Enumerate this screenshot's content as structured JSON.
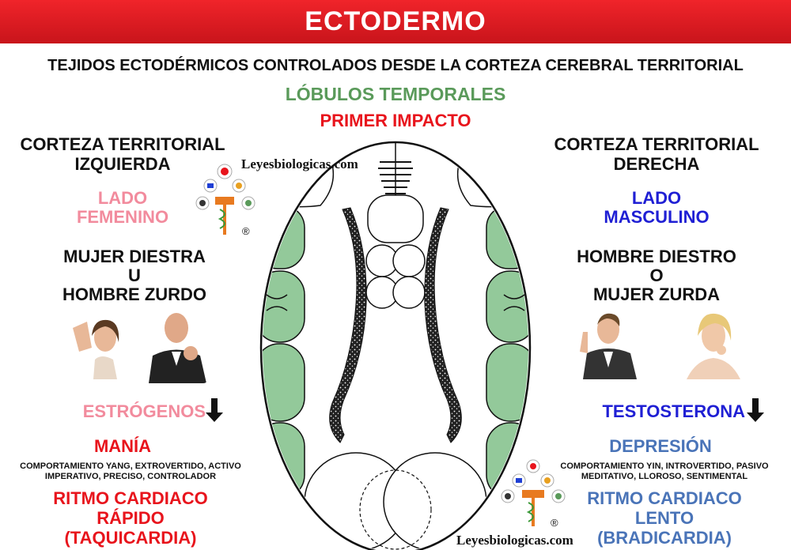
{
  "header": {
    "title": "ECTODERMO"
  },
  "subtitle": "TEJIDOS ECTODÉRMICOS CONTROLADOS DESDE LA CORTEZA CEREBRAL TERRITORIAL",
  "center": {
    "lobes": "LÓBULOS TEMPORALES",
    "impact": "PRIMER IMPACTO"
  },
  "left": {
    "cortex_line1": "CORTEZA TERRITORIAL",
    "cortex_line2": "IZQUIERDA",
    "side_line1": "LADO",
    "side_line2": "FEMENINO",
    "who_line1": "MUJER DIESTRA",
    "who_line2": "U",
    "who_line3": "HOMBRE ZURDO",
    "hormone": "ESTRÓGENOS",
    "state": "MANÍA",
    "behavior_line1": "COMPORTAMIENTO YANG, EXTROVERTIDO, ACTIVO",
    "behavior_line2": "IMPERATIVO, PRECISO, CONTROLADOR",
    "rhythm_line1": "RITMO CARDIACO",
    "rhythm_line2": "RÁPIDO",
    "rhythm_line3": "(TAQUICARDIA)"
  },
  "right": {
    "cortex_line1": "CORTEZA TERRITORIAL",
    "cortex_line2": "DERECHA",
    "side_line1": "LADO",
    "side_line2": "MASCULINO",
    "who_line1": "HOMBRE DIESTRO",
    "who_line2": "O",
    "who_line3": "MUJER ZURDA",
    "hormone": "TESTOSTERONA",
    "state": "DEPRESIÓN",
    "behavior_line1": "COMPORTAMIENTO YIN, INTROVERTIDO, PASIVO",
    "behavior_line2": "MEDITATIVO, LLOROSO, SENTIMENTAL",
    "rhythm_line1": "RITMO CARDIACO",
    "rhythm_line2": "LENTO",
    "rhythm_line3": "(BRADICARDIA)"
  },
  "watermark": {
    "text_top": "Leyesbiologicas.com",
    "text_bottom": "Leyesbiologicas.com",
    "registered": "®"
  },
  "icons": {
    "arrow": "down-arrow-icon"
  },
  "colors": {
    "banner": "#e8141c",
    "lobe_green": "#93c99a",
    "female": "#f28b9d",
    "male": "#1f1fd4"
  }
}
